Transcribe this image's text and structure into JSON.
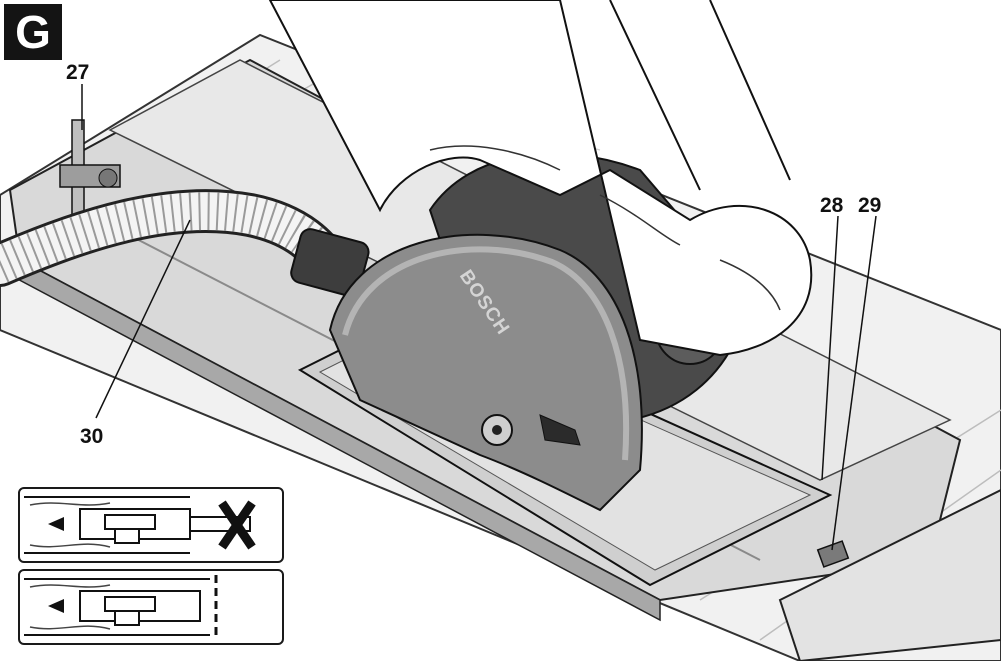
{
  "figure": {
    "label": "G"
  },
  "callouts": {
    "c27": "27",
    "c28": "28",
    "c29": "29",
    "c30": "30"
  },
  "tool": {
    "brand_text": "BOSCH"
  },
  "colors": {
    "ink": "#1a1a1a",
    "panel_fill": "#ffffff",
    "rail": "#c9c9c9",
    "wood": "#efefef",
    "saw_body": "#4a4a4a"
  }
}
